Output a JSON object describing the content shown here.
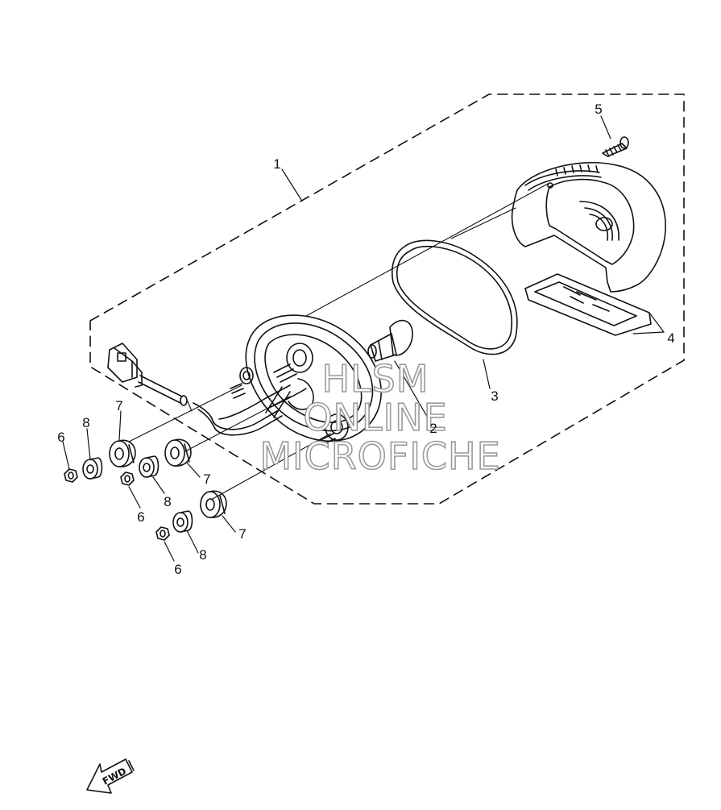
{
  "diagram": {
    "callouts": [
      {
        "id": "c1",
        "text": "1"
      },
      {
        "id": "c2",
        "text": "2"
      },
      {
        "id": "c3",
        "text": "3"
      },
      {
        "id": "c4",
        "text": "4"
      },
      {
        "id": "c5",
        "text": "5"
      },
      {
        "id": "c6a",
        "text": "6"
      },
      {
        "id": "c6b",
        "text": "6"
      },
      {
        "id": "c6c",
        "text": "6"
      },
      {
        "id": "c7a",
        "text": "7"
      },
      {
        "id": "c7b",
        "text": "7"
      },
      {
        "id": "c7c",
        "text": "7"
      },
      {
        "id": "c8a",
        "text": "8"
      },
      {
        "id": "c8b",
        "text": "8"
      },
      {
        "id": "c8c",
        "text": "8"
      }
    ],
    "watermark": [
      "HLSM",
      "ONLINE",
      "MICROFICHE"
    ],
    "direction_arrow": "FWD"
  }
}
